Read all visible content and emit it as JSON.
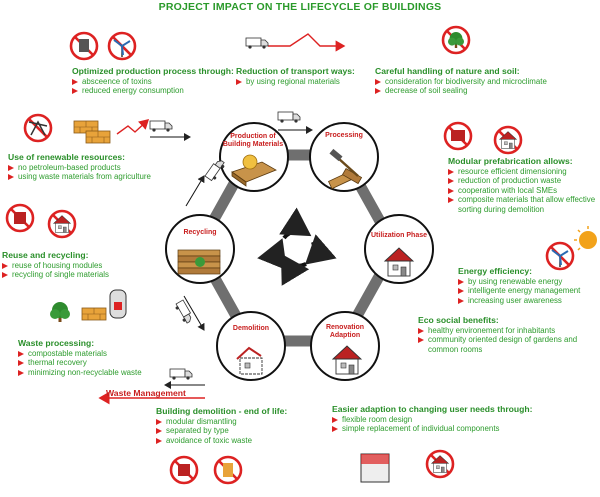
{
  "title": "PROJECT IMPACT ON THE LIFECYCLE OF BUILDINGS",
  "cycle": {
    "production": "Production of Building Materials",
    "processing": "Processing",
    "utilization": "Utilization Phase",
    "renovation": "Renovation Adaption",
    "demolition": "Demolition",
    "recycling": "Recycling"
  },
  "waste_management_label": "Waste Management",
  "blocks": {
    "optimized": {
      "heading": "Optimized production process through:",
      "items": [
        "absceence of toxins",
        "reduced energy consumption"
      ]
    },
    "transport": {
      "heading": "Reduction of transport ways:",
      "items": [
        "by using regional materials"
      ]
    },
    "nature": {
      "heading": "Careful handling of nature and soil:",
      "items": [
        "consideration for biodiversity and microclimate",
        "decrease of soil sealing"
      ]
    },
    "renewable": {
      "heading": "Use of renewable resources:",
      "items": [
        "no petroleum-based products",
        "using waste materials from agriculture"
      ]
    },
    "modular": {
      "heading": "Modular prefabrication allows:",
      "items": [
        "resource efficient dimensioning",
        "reduction of production waste",
        "cooperation with local SMEs",
        "composite materials that allow effective sorting during demolition"
      ]
    },
    "reuse": {
      "heading": "Reuse and recycling:",
      "items": [
        "reuse of housing modules",
        "recycling of single materials"
      ]
    },
    "energy": {
      "heading": "Energy efficiency:",
      "items": [
        "by using renewable energy",
        "intelligente energy management",
        "increasing user awareness"
      ]
    },
    "eco": {
      "heading": "Eco social benefits:",
      "items": [
        "healthy environement for inhabitants",
        "community oriented design of gardens and common rooms"
      ]
    },
    "waste": {
      "heading": "Waste processing:",
      "items": [
        "compostable materials",
        "thermal recovery",
        "minimizing non-recyclable waste"
      ]
    },
    "demolition_end": {
      "heading": "Building demolition - end of life:",
      "items": [
        "modular dismantling",
        "separated by type",
        "avoidance of toxic waste"
      ]
    },
    "adaption": {
      "heading": "Easier adaption to changing user needs through:",
      "items": [
        "flexible room design",
        "simple replacement of individual components"
      ]
    }
  },
  "colors": {
    "green": "#2a9a2a",
    "red": "#d22222",
    "hexagon": "#6f6f6f"
  }
}
